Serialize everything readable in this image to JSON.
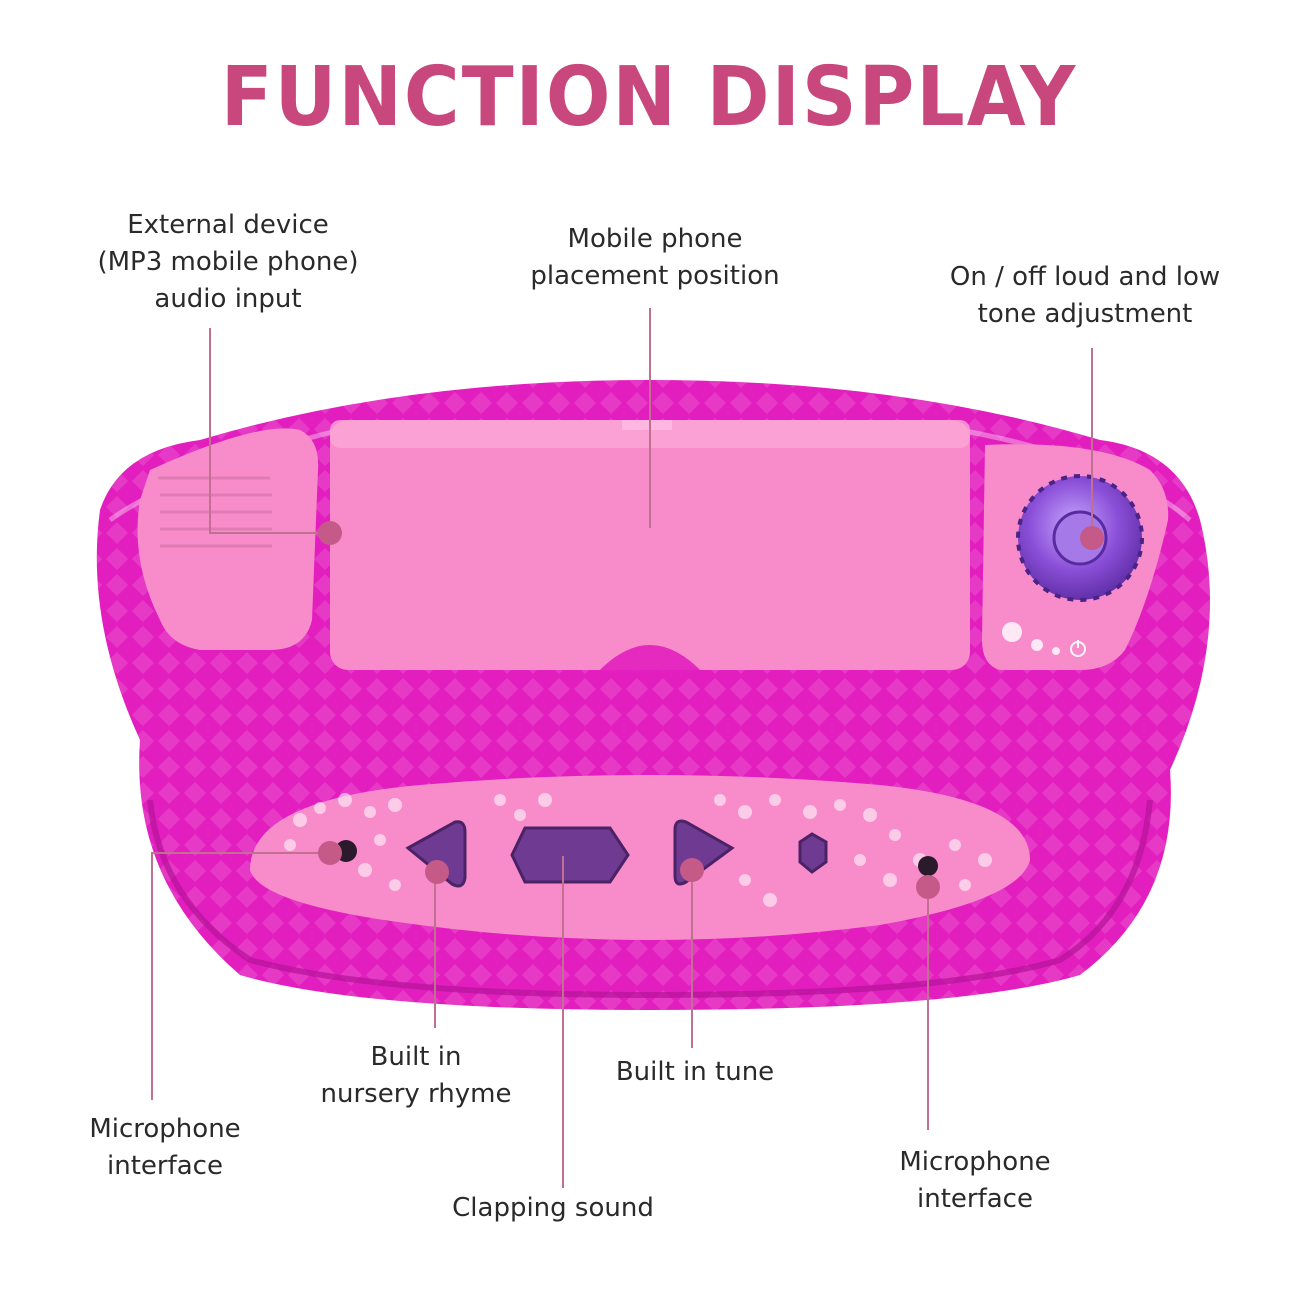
{
  "title": "FUNCTION DISPLAY",
  "colors": {
    "title": "#c8487e",
    "body": "#e21fbe",
    "body_dark": "#b5129a",
    "panel": "#f88ccb",
    "panel_light": "#fba6d6",
    "knob": "#8b4fd8",
    "button": "#6e3a92",
    "dot": "#c55a88",
    "leader": "#c07090"
  },
  "labels": {
    "external_input": [
      "External device",
      "(MP3 mobile phone)",
      "audio input"
    ],
    "phone_position": [
      "Mobile phone",
      "placement position"
    ],
    "onoff_tone": [
      "On / off loud and low",
      "tone adjustment"
    ],
    "mic_left": [
      "Microphone",
      "interface"
    ],
    "nursery_rhyme": [
      "Built in",
      "nursery rhyme"
    ],
    "clapping": [
      "Clapping sound"
    ],
    "tune": [
      "Built in tune"
    ],
    "mic_right": [
      "Microphone",
      "interface"
    ]
  }
}
